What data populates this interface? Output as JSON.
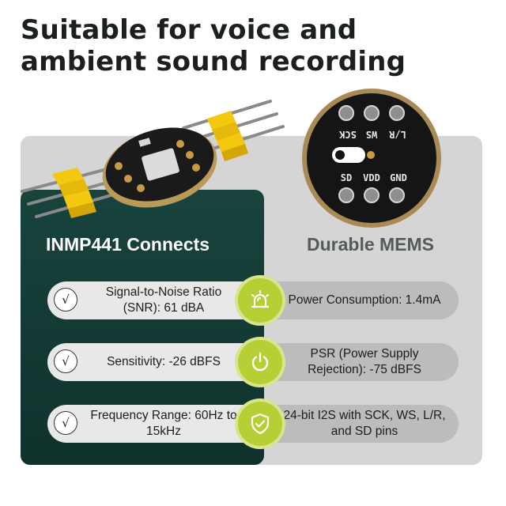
{
  "headline": {
    "line1": "Suitable for voice and",
    "line2": "ambient sound recording"
  },
  "board": {
    "pin_labels_top": [
      "SCK",
      "WS",
      "L/R"
    ],
    "pin_labels_bottom": [
      "SD",
      "VDD",
      "GND"
    ]
  },
  "left_column": {
    "title": "INMP441 Connects",
    "items": [
      {
        "icon": "check-icon",
        "text": "Signal-to-Noise Ratio (SNR): 61 dBA"
      },
      {
        "icon": "check-icon",
        "text": "Sensitivity: -26 dBFS"
      },
      {
        "icon": "check-icon",
        "text": "Frequency Range: 60Hz to 15kHz"
      }
    ]
  },
  "right_column": {
    "title": "Durable MEMS",
    "items": [
      {
        "icon": "alarm-light-icon",
        "text": "Power Consumption: 1.4mA"
      },
      {
        "icon": "power-icon",
        "text": "PSR (Power Supply Rejection): -75 dBFS"
      },
      {
        "icon": "shield-check-icon",
        "text": "24-bit I2S with SCK, WS, L/R, and SD pins"
      }
    ]
  },
  "colors": {
    "green_panel": "#18443d",
    "accent_lime": "#b5cf35",
    "gray_panel": "#d5d5d5",
    "pcb_black": "#151515",
    "header_yellow": "#f2c40c"
  }
}
